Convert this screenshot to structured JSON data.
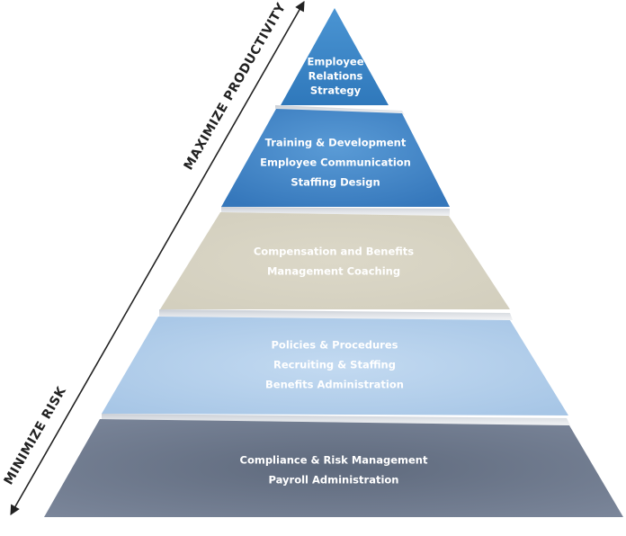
{
  "axis": {
    "top_label": "MAXIMIZE PRODUCTIVITY",
    "bottom_label": "MINIMIZE RISK"
  },
  "tiers": [
    {
      "lines": [
        "Employee",
        "Relations",
        "Strategy"
      ],
      "color": "#3d86c6"
    },
    {
      "lines": [
        "Training & Development",
        "Employee Communication",
        "Staffing Design"
      ],
      "color": "#4a8ccc"
    },
    {
      "lines": [
        "Compensation and Benefits",
        "Management Coaching"
      ],
      "color": "#d8d4c4"
    },
    {
      "lines": [
        "Policies & Procedures",
        "Recruiting & Staffing",
        "Benefits Administration"
      ],
      "color": "#b6d1ec"
    },
    {
      "lines": [
        "Compliance & Risk Management",
        "Payroll Administration"
      ],
      "color": "#707a8c"
    }
  ]
}
